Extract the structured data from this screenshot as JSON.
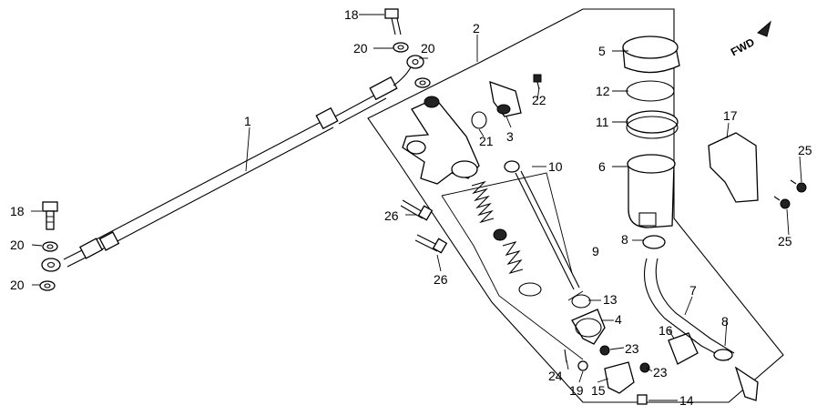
{
  "diagram": {
    "direction_label": "FWD",
    "callouts": {
      "p1": "1",
      "p2": "2",
      "p3": "3",
      "p4": "4",
      "p5": "5",
      "p6": "6",
      "p7": "7",
      "p8a": "8",
      "p8b": "8",
      "p9": "9",
      "p10": "10",
      "p11": "11",
      "p12": "12",
      "p13": "13",
      "p14": "14",
      "p15": "15",
      "p16": "16",
      "p17": "17",
      "p18a": "18",
      "p18b": "18",
      "p19": "19",
      "p20a": "20",
      "p20b": "20",
      "p20c": "20",
      "p20d": "20",
      "p21": "21",
      "p22": "22",
      "p23a": "23",
      "p23b": "23",
      "p24": "24",
      "p25a": "25",
      "p25b": "25",
      "p26a": "26",
      "p26b": "26"
    }
  }
}
